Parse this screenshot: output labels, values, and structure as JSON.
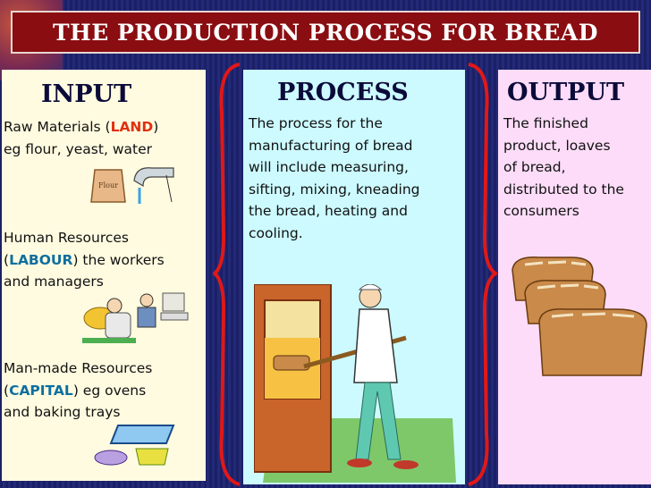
{
  "title": "THE PRODUCTION PROCESS FOR BREAD",
  "input": {
    "heading": "INPUT",
    "land": {
      "pre": "Raw Materials (",
      "keyword": "LAND",
      "post": ")",
      "line2": "eg flour, yeast, water"
    },
    "labour": {
      "line1": "Human Resources",
      "pre": "(",
      "keyword": "LABOUR",
      "post": ") the workers",
      "line3": "and managers"
    },
    "capital": {
      "line1": "Man-made Resources",
      "pre": "(",
      "keyword": "CAPITAL",
      "post": ") eg ovens",
      "line3": "and baking trays"
    },
    "flour_label": "Flour"
  },
  "process": {
    "heading": "PROCESS",
    "lines": [
      "The process for the",
      "manufacturing of bread",
      "will include measuring,",
      "sifting, mixing, kneading",
      "the bread, heating and",
      "cooling."
    ]
  },
  "output": {
    "heading": "OUTPUT",
    "lines": [
      "The finished",
      "product, loaves",
      "of bread,",
      "distributed to the",
      "consumers"
    ]
  },
  "colors": {
    "title_bg": "#8a0d12",
    "brace": "#e01818",
    "land": "#e03010",
    "labour": "#0e6fa0",
    "capital": "#0e6fa0"
  }
}
